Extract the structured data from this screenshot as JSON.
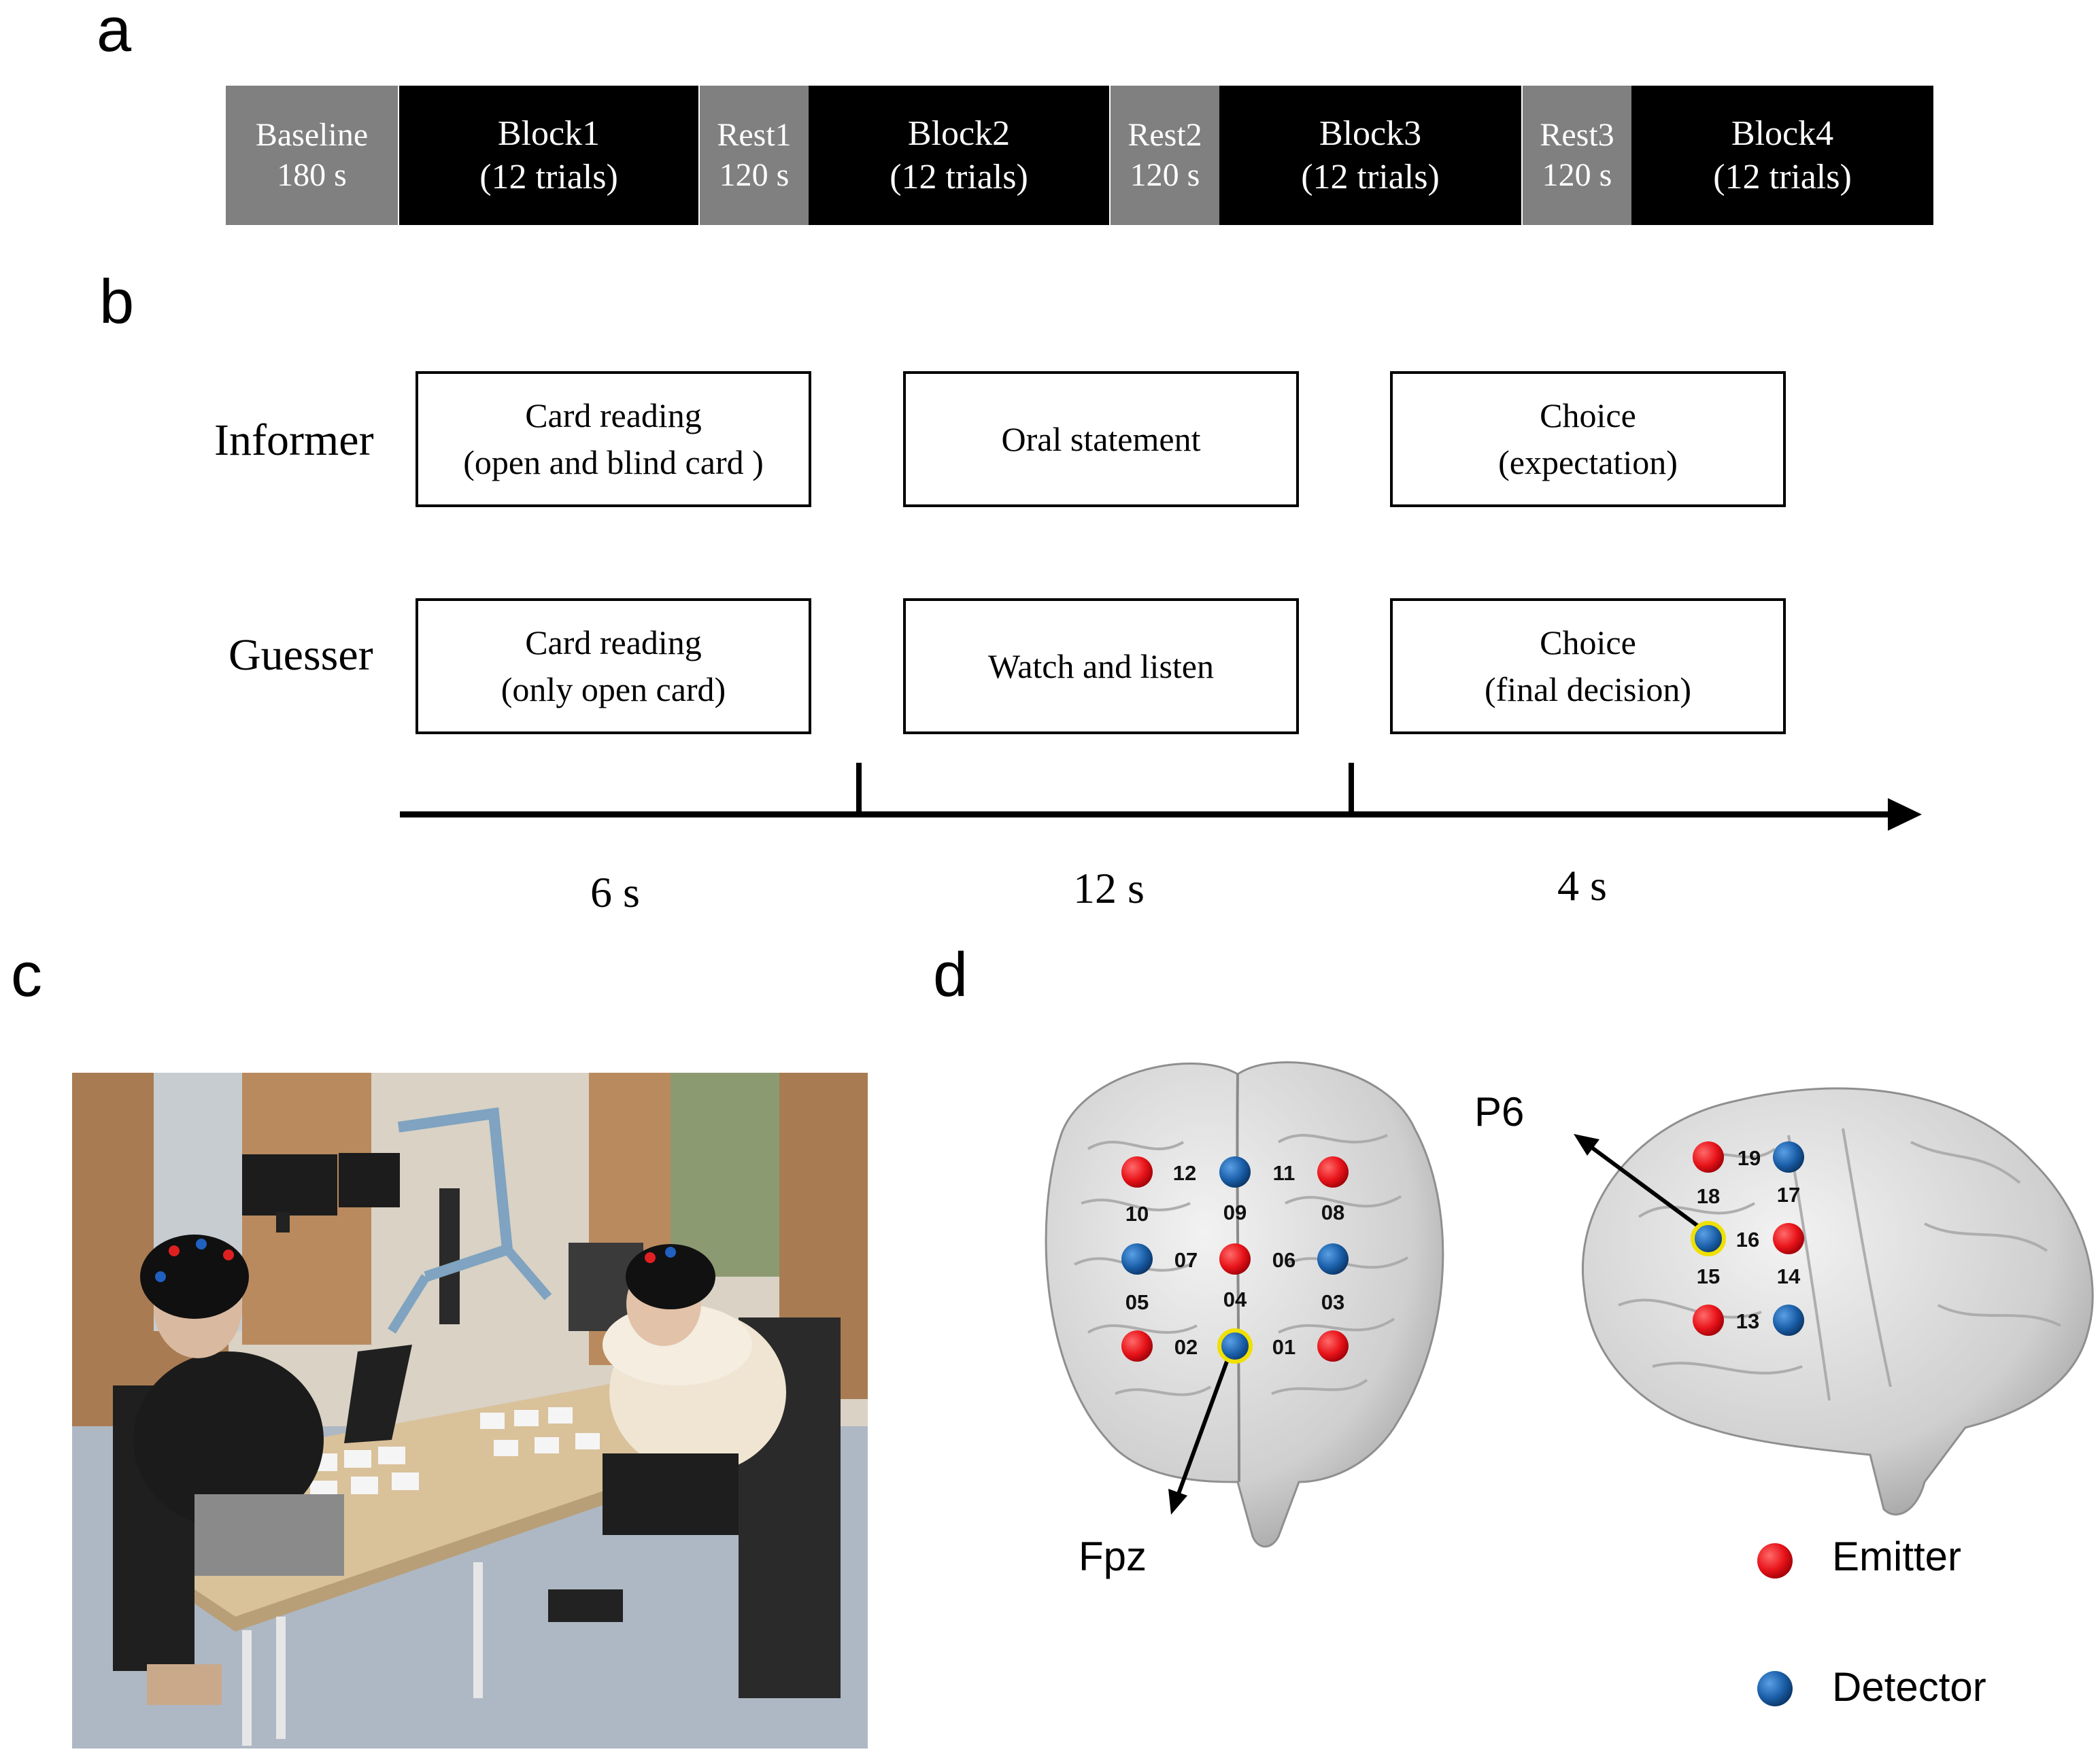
{
  "panels": {
    "a": "a",
    "b": "b",
    "c": "c",
    "d": "d"
  },
  "timeline": [
    {
      "line1": "Baseline",
      "line2": "180 s",
      "kind": "rest"
    },
    {
      "line1": "Block1",
      "line2": "(12 trials)",
      "kind": "block"
    },
    {
      "line1": "Rest1",
      "line2": "120 s",
      "kind": "rest"
    },
    {
      "line1": "Block2",
      "line2": "(12 trials)",
      "kind": "block"
    },
    {
      "line1": "Rest2",
      "line2": "120 s",
      "kind": "rest"
    },
    {
      "line1": "Block3",
      "line2": "(12 trials)",
      "kind": "block"
    },
    {
      "line1": "Rest3",
      "line2": "120 s",
      "kind": "rest"
    },
    {
      "line1": "Block4",
      "line2": "(12 trials)",
      "kind": "block"
    }
  ],
  "trial": {
    "roles": [
      "Informer",
      "Guesser"
    ],
    "informer": [
      {
        "line1": "Card reading",
        "line2": "(open and blind card )"
      },
      {
        "line1": "Oral statement",
        "line2": ""
      },
      {
        "line1": "Choice",
        "line2": "(expectation)"
      }
    ],
    "guesser": [
      {
        "line1": "Card reading",
        "line2": "(only open card)"
      },
      {
        "line1": "Watch and listen",
        "line2": ""
      },
      {
        "line1": "Choice",
        "line2": "(final decision)"
      }
    ],
    "durations": [
      "6 s",
      "12 s",
      "4 s"
    ]
  },
  "photo": {
    "description_icons": [
      "experiment-room",
      "participant",
      "computer-monitor",
      "card"
    ]
  },
  "probes": {
    "frontal_channels": [
      "12",
      "11",
      "10",
      "09",
      "08",
      "07",
      "06",
      "05",
      "04",
      "03",
      "02",
      "01"
    ],
    "lateral_channels": [
      "19",
      "18",
      "17",
      "16",
      "15",
      "14",
      "13"
    ],
    "frontal_reference": "Fpz",
    "lateral_reference": "P6",
    "legend": {
      "emitter": "Emitter",
      "detector": "Detector"
    },
    "colors": {
      "emitter": "#e8141a",
      "detector": "#1a5fa8",
      "reference_ring": "#f0e000"
    }
  }
}
